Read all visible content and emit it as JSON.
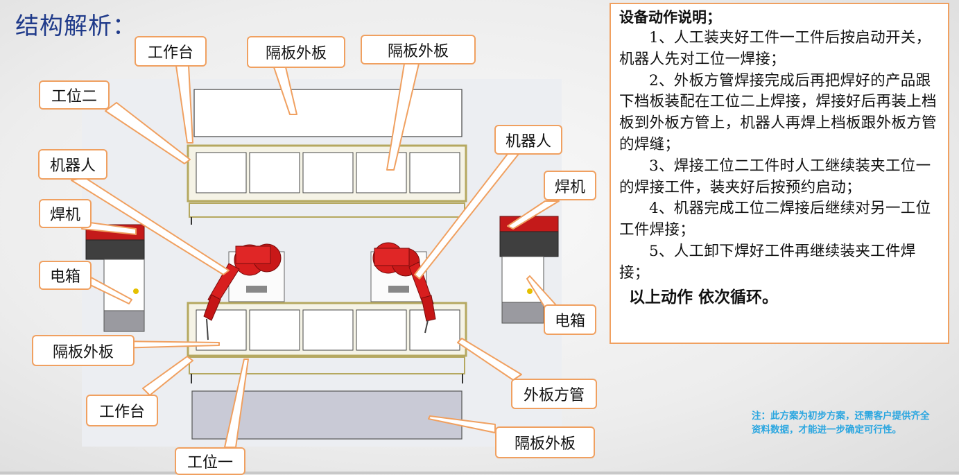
{
  "title": "结构解析：",
  "labels": {
    "workbench_top": "工作台",
    "partition_top_1": "隔板外板",
    "partition_top_2": "隔板外板",
    "station2": "工位二",
    "robot_left": "机器人",
    "welder_left": "焊机",
    "ebox_left": "电箱",
    "partition_left": "隔板外板",
    "workbench_bottom": "工作台",
    "station1": "工位一",
    "partition_bottom": "隔板外板",
    "tube": "外板方管",
    "robot_right": "机器人",
    "welder_right": "焊机",
    "ebox_right": "电箱"
  },
  "description": {
    "heading": "设备动作说明；",
    "steps": [
      "1、人工装夹好工件一工件后按启动开关，机器人先对工位一焊接；",
      "2、外板方管焊接完成后再把焊好的产品跟下档板装配在工位二上焊接，焊接好后再装上档板到外板方管上，机器人再焊上档板跟外板方管的焊缝；",
      "3、焊接工位二工件时人工继续装夹工位一的焊接工件，装夹好后按预约启动；",
      "4、机器完成工位二焊接后继续对另一工位工件焊接；",
      "5、人工卸下焊好工件再继续装夹工件焊接；"
    ],
    "loop": "以上动作  依次循环。"
  },
  "note": "注：此方案为初步方案，还需客户提供齐全资料数据，才能进一步确定可行性。",
  "colors": {
    "title": "#1f3a8a",
    "label_border": "#f0a060",
    "robot": "#d81e1e",
    "frame": "#c8b878",
    "note": "#2aa6e0"
  }
}
